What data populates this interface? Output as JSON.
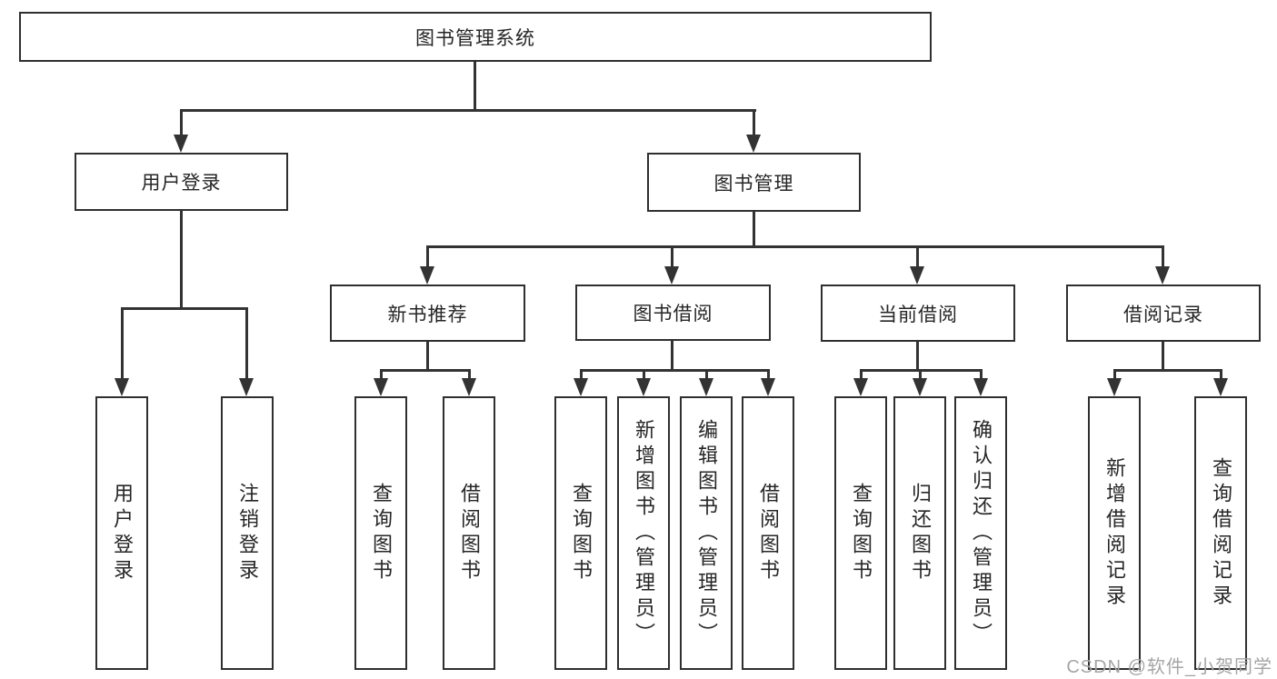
{
  "diagram": {
    "type": "tree",
    "root": {
      "label": "图书管理系统"
    },
    "branches": [
      {
        "label": "用户登录"
      },
      {
        "label": "图书管理"
      }
    ],
    "sections": [
      {
        "label": "新书推荐"
      },
      {
        "label": "图书借阅"
      },
      {
        "label": "当前借阅"
      },
      {
        "label": "借阅记录"
      }
    ],
    "leaves": {
      "user_login": [
        {
          "label": "用户登录"
        },
        {
          "label": "注销登录"
        }
      ],
      "new_books": [
        {
          "label": "查询图书"
        },
        {
          "label": "借阅图书"
        }
      ],
      "book_borrow": [
        {
          "label": "查询图书"
        },
        {
          "label": "新增图书（管理员）"
        },
        {
          "label": "编辑图书（管理员）"
        },
        {
          "label": "借阅图书"
        }
      ],
      "current_borrow": [
        {
          "label": "查询图书"
        },
        {
          "label": "归还图书"
        },
        {
          "label": "确认归还（管理员）"
        }
      ],
      "borrow_records": [
        {
          "label": "新增借阅记录"
        },
        {
          "label": "查询借阅记录"
        }
      ]
    },
    "watermark": "CSDN @软件_小贺同学",
    "colors": {
      "line": "#333333",
      "box_border": "#2f2f2f",
      "text": "#262626",
      "watermark": "#a5a5a5",
      "background": "#ffffff"
    }
  }
}
